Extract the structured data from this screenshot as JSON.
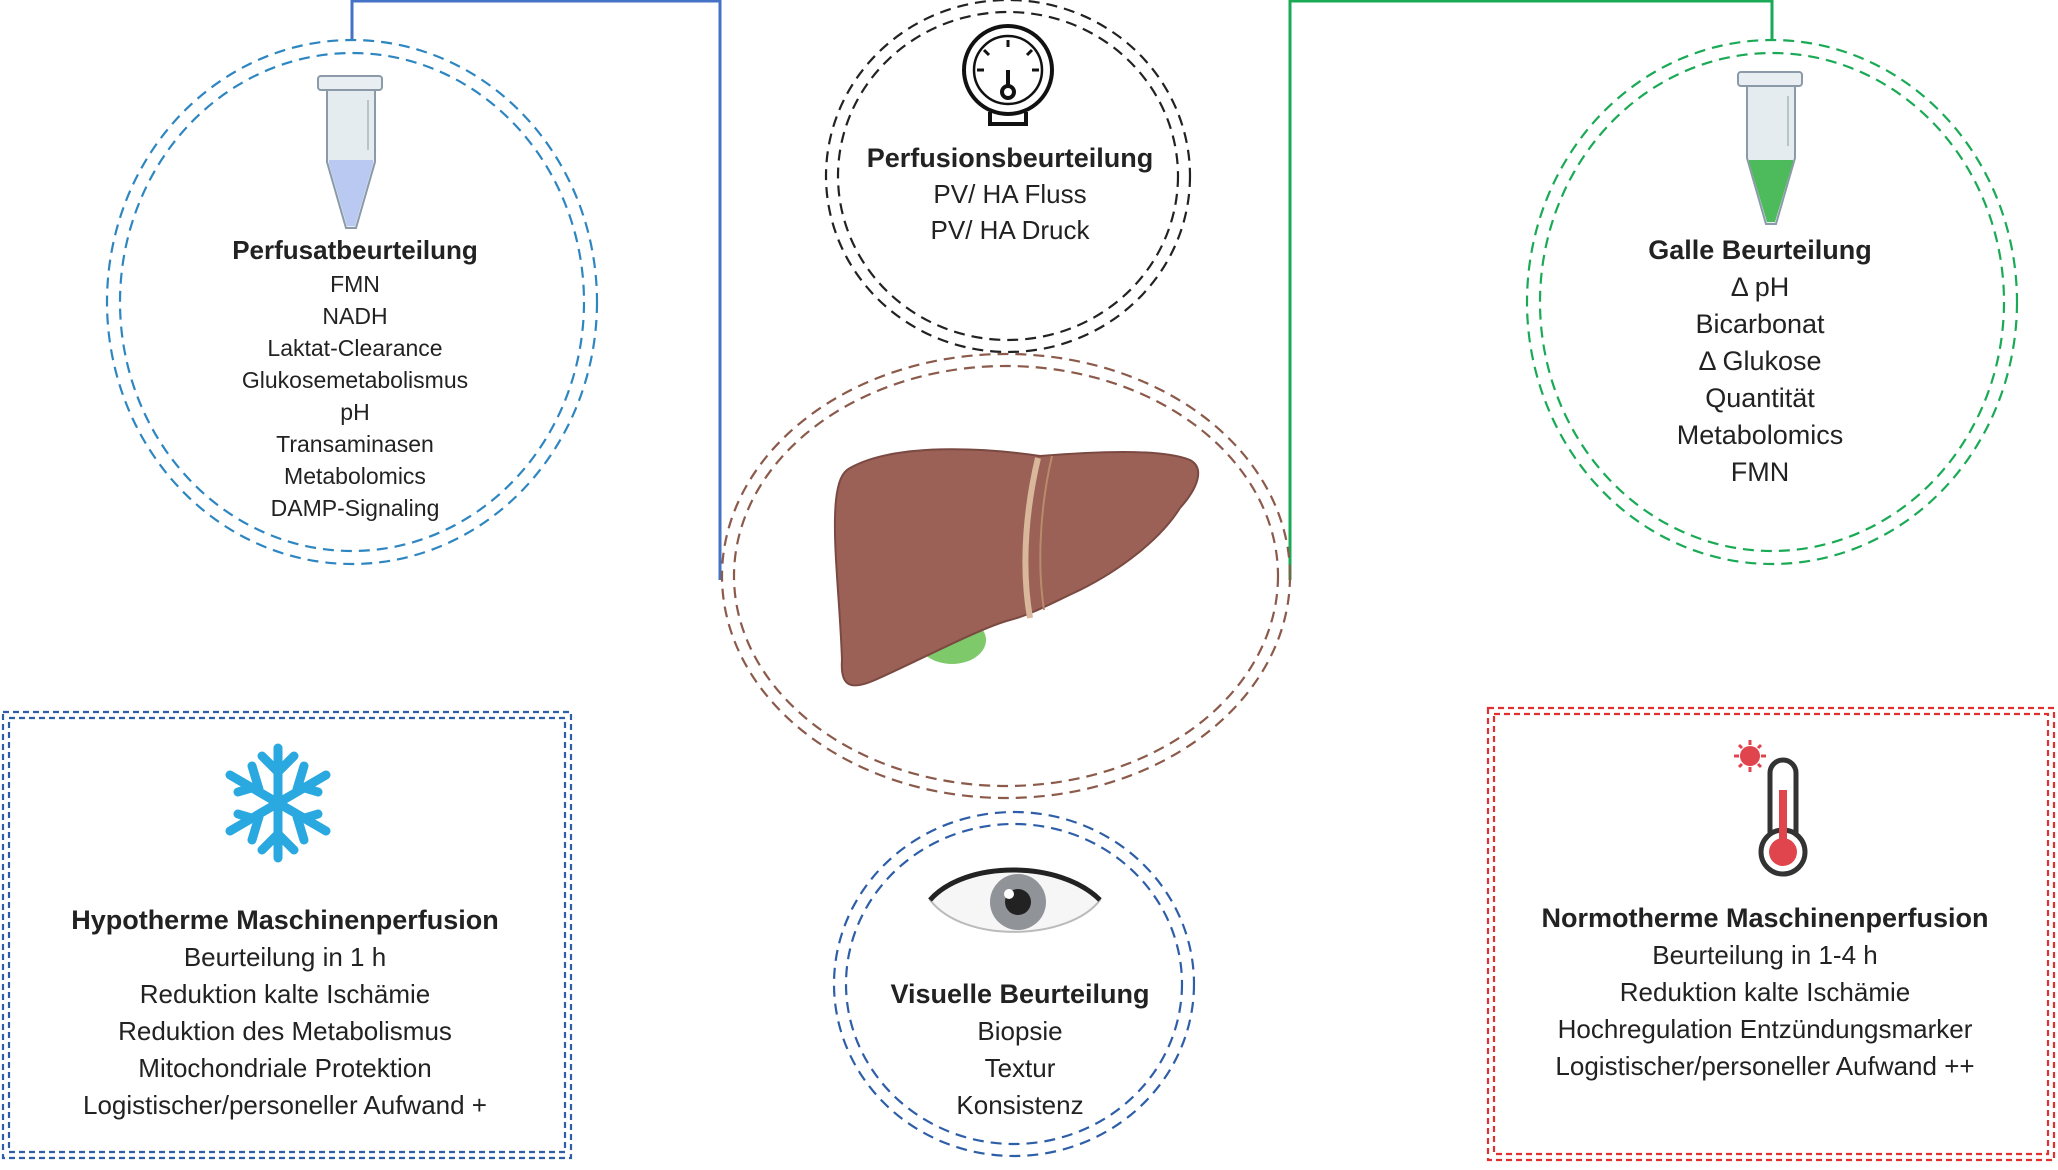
{
  "colors": {
    "blue_connector": "#4472c4",
    "green_connector": "#1aaa55",
    "perfusat_circle": "#2e86c1",
    "galle_circle": "#1aaa55",
    "perfusion_circle": "#222222",
    "liver_circle": "#8b5a4a",
    "visual_circle": "#2e5ea8",
    "hypo_box": "#2e5ea8",
    "normo_box": "#e03030",
    "liver": "#9b6056",
    "snowflake": "#2aa8e0",
    "thermometer_red": "#e0454e"
  },
  "icons": {
    "perfusat": "tube-blue-icon",
    "galle": "tube-green-icon",
    "perfusion": "pressure-gauge-icon",
    "liver": "liver-icon",
    "visual": "eye-icon",
    "hypo": "snowflake-icon",
    "normo": "thermometer-icon"
  },
  "perfusat": {
    "title": "Perfusatbeurteilung",
    "items": [
      "FMN",
      "NADH",
      "Laktat-Clearance",
      "Glukosemetabolismus",
      "pH",
      "Transaminasen",
      "Metabolomics",
      "DAMP-Signaling"
    ]
  },
  "perfusion": {
    "title": "Perfusionsbeurteilung",
    "items": [
      "PV/ HA Fluss",
      "PV/ HA Druck"
    ]
  },
  "galle": {
    "title": "Galle Beurteilung",
    "items": [
      "Δ pH",
      "Bicarbonat",
      "Δ Glukose",
      "Quantität",
      "Metabolomics",
      "FMN"
    ]
  },
  "visual": {
    "title": "Visuelle Beurteilung",
    "items": [
      "Biopsie",
      "Textur",
      "Konsistenz"
    ]
  },
  "hypo": {
    "title": "Hypotherme Maschinenperfusion",
    "items": [
      "Beurteilung in 1 h",
      "Reduktion kalte Ischämie",
      "Reduktion des Metabolismus",
      "Mitochondriale Protektion",
      "Logistischer/personeller Aufwand +"
    ]
  },
  "normo": {
    "title": "Normotherme Maschinenperfusion",
    "items": [
      "Beurteilung in 1-4 h",
      "Reduktion kalte Ischämie",
      "Hochregulation Entzündungsmarker",
      "Logistischer/personeller Aufwand ++"
    ]
  }
}
